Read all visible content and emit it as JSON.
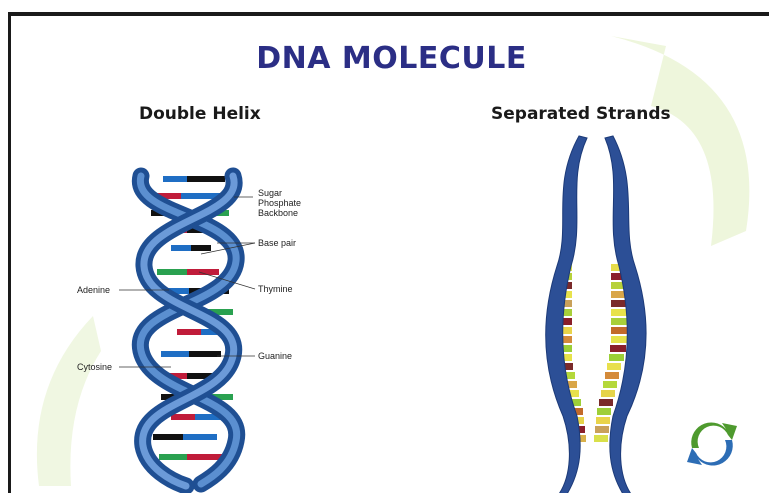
{
  "slide": {
    "title": "DNA MOLECULE",
    "left_heading": "Double Helix",
    "right_heading": "Separated Strands"
  },
  "labels": {
    "sugar_backbone": "Sugar\nPhosphate\nBackbone",
    "base_pair": "Base pair",
    "adenine": "Adenine",
    "thymine": "Thymine",
    "cytosine": "Cytosine",
    "guanine": "Guanine"
  },
  "icons": {
    "refresh": "refresh-icon"
  },
  "colors": {
    "title": "#2b2e85",
    "helix_blue": "#2f5fa6",
    "watermark_green": "#eef6dc",
    "refresh_green": "#4e9a2e",
    "refresh_blue": "#2d6db5"
  }
}
